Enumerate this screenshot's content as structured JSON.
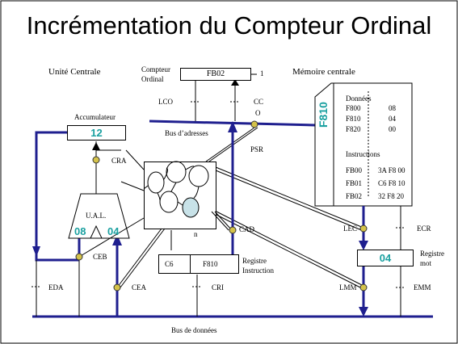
{
  "title": "Incrémentation du Compteur Ordinal",
  "sections": {
    "cpu": "Unité Centrale",
    "memory": "Mémoire centrale"
  },
  "pc": {
    "label1": "Compteur",
    "label2": "Ordinal",
    "value": "FB02",
    "increment": "1"
  },
  "accumulator": {
    "label": "Accumulateur",
    "value": "12"
  },
  "alu": {
    "label": "U.A.L.",
    "left": "08",
    "right": "04"
  },
  "instr_register": {
    "left": "C6",
    "right": "F810",
    "label1": "Registre",
    "label2": "Instruction"
  },
  "word_register": {
    "value": "04",
    "label1": "Registre",
    "label2": "mot"
  },
  "buses": {
    "address": "Bus d’adresses",
    "data": "Bus de données"
  },
  "signals": {
    "lco": "LCO",
    "cco1": "CC",
    "cco2": "O",
    "cra": "CRA",
    "psr": "PSR",
    "cad": "CAD",
    "ceb": "CEB",
    "cea": "CEA",
    "cri": "CRI",
    "eda": "EDA",
    "lec": "LEC",
    "ecr": "ECR",
    "lmm": "LMM",
    "emm": "EMM",
    "n": "n"
  },
  "memory": {
    "address_reg": "F810",
    "data_title": "Données",
    "data_rows": [
      {
        "addr": "F800",
        "val": "08"
      },
      {
        "addr": "F810",
        "val": "04"
      },
      {
        "addr": "F820",
        "val": "00"
      }
    ],
    "instr_title": "Instructions",
    "instr_rows": [
      {
        "addr": "FB00",
        "val": "3A F8 00"
      },
      {
        "addr": "FB01",
        "val": "C6 F8 10"
      },
      {
        "addr": "FB02",
        "val": "32 F8 20"
      }
    ]
  },
  "colors": {
    "bus": "#1f1f8f",
    "teal": "#1aa0a0",
    "switch": "#d4c24a",
    "state": "#c8e2e8"
  }
}
